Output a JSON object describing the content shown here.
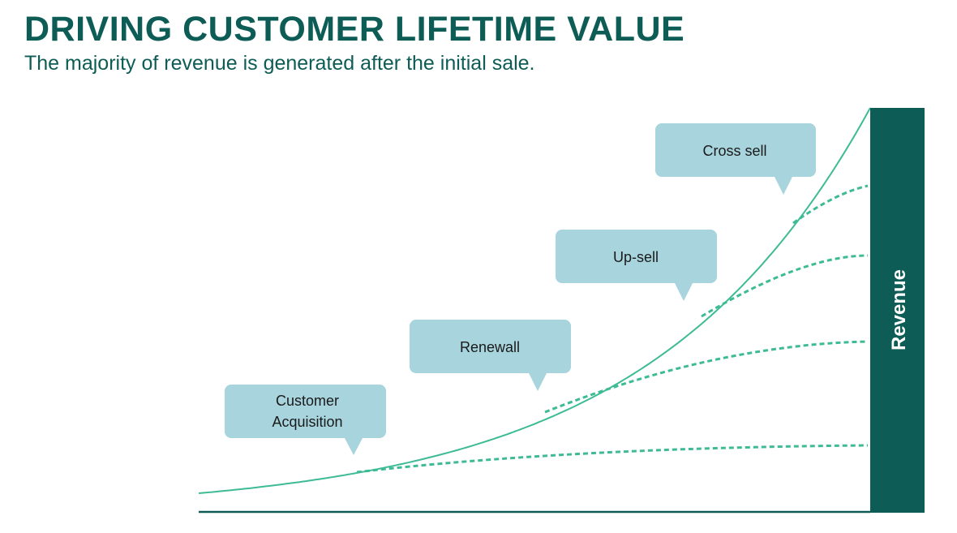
{
  "header": {
    "title": "DRIVING CUSTOMER LIFETIME VALUE",
    "subtitle": "The majority of revenue is generated after the initial sale."
  },
  "diagram": {
    "stages": [
      {
        "line1": "Customer",
        "line2": "Acquisition"
      },
      {
        "line1": "Renewall",
        "line2": ""
      },
      {
        "line1": "Up-sell",
        "line2": ""
      },
      {
        "line1": "Cross sell",
        "line2": ""
      }
    ],
    "axis_label": "Revenue",
    "colors": {
      "primary": "#0d5c55",
      "curve": "#3dbb94",
      "bubble": "#a8d4de"
    }
  }
}
